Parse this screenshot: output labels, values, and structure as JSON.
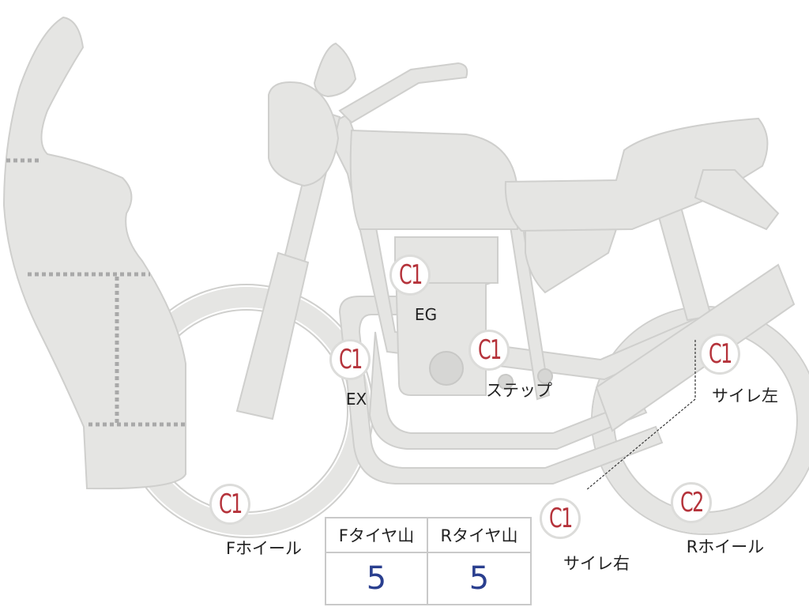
{
  "markers": [
    {
      "id": "eg",
      "grade": "C1",
      "label": "EG"
    },
    {
      "id": "ex",
      "grade": "C1",
      "label": "EX"
    },
    {
      "id": "step",
      "grade": "C1",
      "label": "ステップ"
    },
    {
      "id": "muffler_left",
      "grade": "C1",
      "label": "サイレ左"
    },
    {
      "id": "muffler_right",
      "grade": "C1",
      "label": "サイレ右"
    },
    {
      "id": "front_wheel",
      "grade": "C1",
      "label": "Fホイール"
    },
    {
      "id": "rear_wheel",
      "grade": "C2",
      "label": "Rホイール"
    }
  ],
  "tire_table": {
    "headers": [
      "Fタイヤ山",
      "Rタイヤ山"
    ],
    "values": [
      "5",
      "5"
    ]
  },
  "colors": {
    "grade_text": "#b5333b",
    "table_value": "#2a3f8f",
    "body_fill": "#e5e5e3"
  }
}
